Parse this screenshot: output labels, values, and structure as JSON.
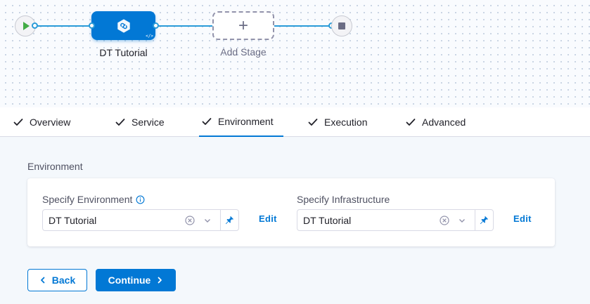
{
  "pipeline": {
    "stage_name": "DT Tutorial",
    "stage_badge": "</>",
    "add_stage_symbol": "+",
    "add_stage_label": "Add Stage"
  },
  "tabs": [
    {
      "label": "Overview",
      "completed": true
    },
    {
      "label": "Service",
      "completed": true
    },
    {
      "label": "Environment",
      "completed": true,
      "active": true
    },
    {
      "label": "Execution",
      "completed": true
    },
    {
      "label": "Advanced",
      "completed": true
    }
  ],
  "environment": {
    "section_title": "Environment",
    "specify_environment": {
      "label": "Specify Environment",
      "value": "DT Tutorial",
      "edit_label": "Edit"
    },
    "specify_infrastructure": {
      "label": "Specify Infrastructure",
      "value": "DT Tutorial",
      "edit_label": "Edit"
    }
  },
  "footer": {
    "back_label": "Back",
    "continue_label": "Continue"
  },
  "colors": {
    "accent": "#0278d5",
    "success": "#42ab45",
    "line": "#2a9bd8"
  }
}
